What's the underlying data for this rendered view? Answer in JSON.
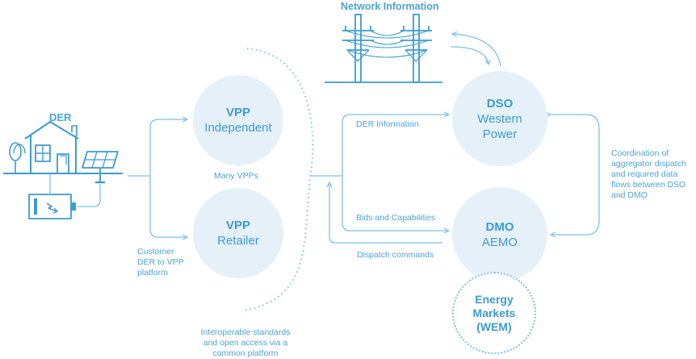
{
  "colors": {
    "accent": "#3a9bd5",
    "line": "#7cc0e8",
    "node_fill": "#e6f0f8"
  },
  "titles": {
    "network": "Network Information",
    "der": "DER"
  },
  "nodes": {
    "vpp_independent": {
      "title": "VPP",
      "subtitle": "Independent"
    },
    "vpp_retailer": {
      "title": "VPP",
      "subtitle": "Retailer"
    },
    "dso": {
      "title": "DSO",
      "line1": "Western",
      "line2": "Power"
    },
    "dmo": {
      "title": "DMO",
      "subtitle": "AEMO"
    },
    "energy": {
      "line1": "Energy",
      "line2": "Markets",
      "line3": "(WEM)"
    }
  },
  "labels": {
    "many_vpps": "Many VPPs",
    "customer": [
      "Customer",
      "DER to VPP",
      "platform"
    ],
    "der_information": "DER Information",
    "bids": "Bids and Capabilities",
    "dispatch": "Dispatch commands",
    "interop": [
      "Interoperable standards",
      "and open access via a",
      "common platform"
    ],
    "coordination": [
      "Coordination of",
      "aggregator dispatch",
      "and required data",
      "flows between DSO",
      "and DMO"
    ]
  },
  "icons": [
    "house-solar-battery-icon",
    "power-pole-icon"
  ]
}
